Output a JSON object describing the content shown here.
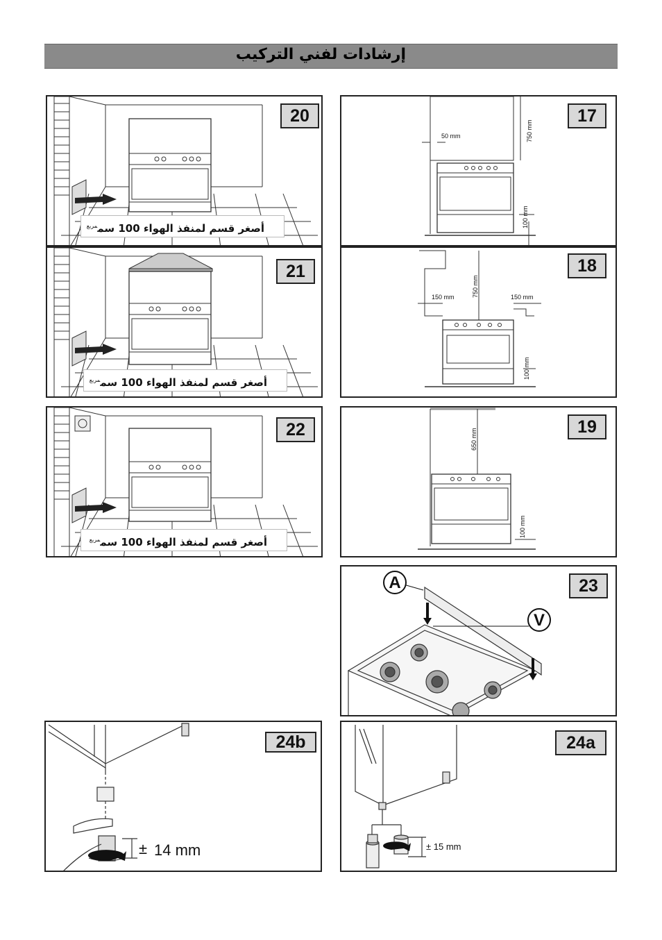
{
  "header": {
    "title": "إرشادات لفني التركيب"
  },
  "figures": {
    "f17": {
      "number": "17",
      "dims": {
        "top": "750 mm",
        "side": "50 mm",
        "bottom": "100 mm"
      }
    },
    "f18": {
      "number": "18",
      "dims": {
        "top": "750 mm",
        "left": "150 mm",
        "right": "150 mm",
        "bottom": "100 mm"
      }
    },
    "f19": {
      "number": "19",
      "dims": {
        "top": "650 mm",
        "bottom": "100 mm"
      }
    },
    "f20": {
      "number": "20",
      "caption": "أصغر قسم لمنفذ الهواء 100 سم",
      "caption_sup": "مربع"
    },
    "f21": {
      "number": "21",
      "caption": "أصغر قسم لمنفذ الهواء 100 سم",
      "caption_sup": "مربع"
    },
    "f22": {
      "number": "22",
      "caption": "أصغر قسم لمنفذ الهواء 100 سم",
      "caption_sup": "مربع"
    },
    "f23": {
      "number": "23",
      "label_a": "A",
      "label_v": "V"
    },
    "f24a": {
      "number": "24a",
      "adjust": "± 15 mm"
    },
    "f24b": {
      "number": "24b",
      "adjust_sign": "±",
      "adjust": "14 mm"
    }
  }
}
